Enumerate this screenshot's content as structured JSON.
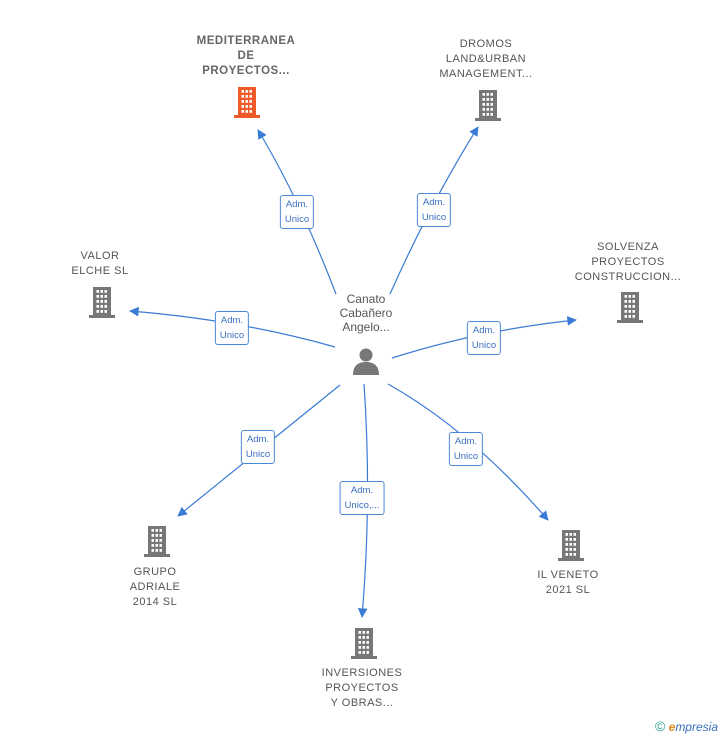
{
  "center": {
    "lines": [
      "Canato",
      "Cabañero",
      "Angelo..."
    ]
  },
  "nodes": [
    {
      "id": "mediterranea",
      "lines": [
        "MEDITERRANEA",
        "DE",
        "PROYECTOS..."
      ],
      "highlight": true,
      "edge_lines": [
        "Adm.",
        "Unico"
      ]
    },
    {
      "id": "dromos",
      "lines": [
        "DROMOS",
        "LAND&URBAN",
        "MANAGEMENT..."
      ],
      "highlight": false,
      "edge_lines": [
        "Adm.",
        "Unico"
      ]
    },
    {
      "id": "solvenza",
      "lines": [
        "SOLVENZA",
        "PROYECTOS",
        "CONSTRUCCION..."
      ],
      "highlight": false,
      "edge_lines": [
        "Adm.",
        "Unico"
      ]
    },
    {
      "id": "valor",
      "lines": [
        "VALOR",
        "ELCHE  SL"
      ],
      "highlight": false,
      "edge_lines": [
        "Adm.",
        "Unico"
      ]
    },
    {
      "id": "grupo",
      "lines": [
        "GRUPO",
        "ADRIALE",
        "2014  SL"
      ],
      "highlight": false,
      "edge_lines": [
        "Adm.",
        "Unico"
      ]
    },
    {
      "id": "inversiones",
      "lines": [
        "INVERSIONES",
        "PROYECTOS",
        "Y OBRAS..."
      ],
      "highlight": false,
      "edge_lines": [
        "Adm.",
        "Unico,..."
      ]
    },
    {
      "id": "ilveneto",
      "lines": [
        "IL VENETO",
        "2021  SL"
      ],
      "highlight": false,
      "edge_lines": [
        "Adm.",
        "Unico"
      ]
    }
  ],
  "footer": {
    "copyright": "©",
    "brand_first": "e",
    "brand_rest": "mpresia"
  },
  "colors": {
    "edge": "#3a7bd5",
    "building": "#777777",
    "building_highlight": "#f05a28",
    "person": "#777777"
  }
}
